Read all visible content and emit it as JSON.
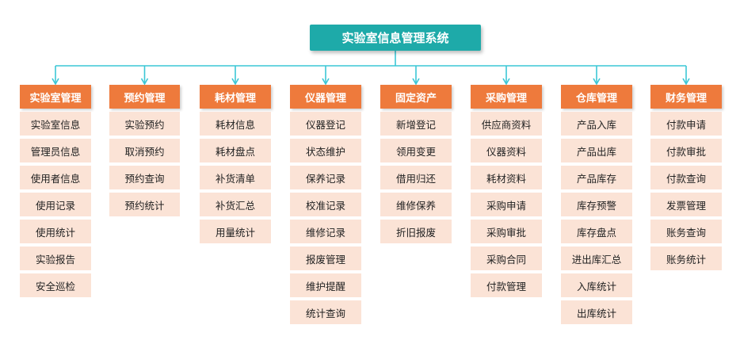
{
  "root": {
    "title": "实验室信息管理系统"
  },
  "colors": {
    "root_fill": "#1eaaa9",
    "connector": "#3cc7d6",
    "category_fill": "#ee7a3c",
    "item_fill": "#fbe3d6"
  },
  "categories": [
    {
      "title": "实验室管理",
      "items": [
        "实验室信息",
        "管理员信息",
        "使用者信息",
        "使用记录",
        "使用统计",
        "实验报告",
        "安全巡检"
      ]
    },
    {
      "title": "预约管理",
      "items": [
        "实验预约",
        "取消预约",
        "预约查询",
        "预约统计"
      ]
    },
    {
      "title": "耗材管理",
      "items": [
        "耗材信息",
        "耗材盘点",
        "补货清单",
        "补货汇总",
        "用量统计"
      ]
    },
    {
      "title": "仪器管理",
      "items": [
        "仪器登记",
        "状态维护",
        "保养记录",
        "校准记录",
        "维修记录",
        "报废管理",
        "维护提醒",
        "统计查询"
      ]
    },
    {
      "title": "固定资产",
      "items": [
        "新增登记",
        "领用变更",
        "借用归还",
        "维修保养",
        "折旧报废"
      ]
    },
    {
      "title": "采购管理",
      "items": [
        "供应商资料",
        "仪器资料",
        "耗材资料",
        "采购申请",
        "采购审批",
        "采购合同",
        "付款管理"
      ]
    },
    {
      "title": "仓库管理",
      "items": [
        "产品入库",
        "产品出库",
        "产品库存",
        "库存预警",
        "库存盘点",
        "进出库汇总",
        "入库统计",
        "出库统计"
      ]
    },
    {
      "title": "财务管理",
      "items": [
        "付款申请",
        "付款审批",
        "付款查询",
        "发票管理",
        "账务查询",
        "账务统计"
      ]
    }
  ]
}
